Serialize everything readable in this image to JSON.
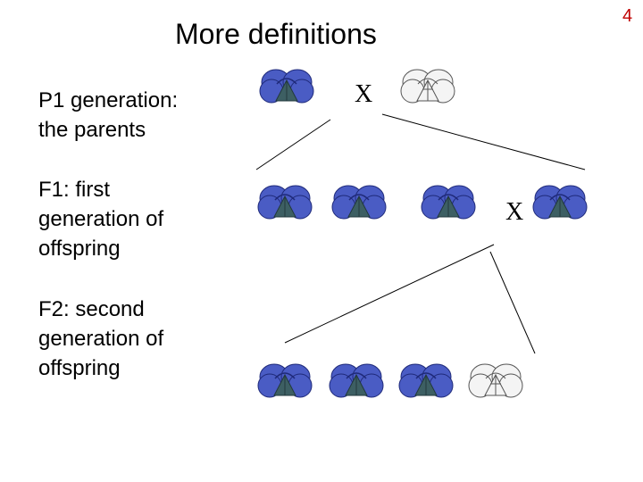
{
  "slide": {
    "title": "More definitions",
    "number": "4"
  },
  "definitions": {
    "p1": "P1 generation:\nthe parents",
    "f1": "F1:  first\ngeneration of\noffspring",
    "f2": "F2:  second\ngeneration of\noffspring"
  },
  "diagram": {
    "cross_symbol": "X",
    "colors": {
      "purple_petal": "#4a5cc4",
      "purple_petal_dark": "#1f2a7a",
      "flower_center": "#3d5f63",
      "white_petal": "#f4f4f4",
      "white_outline": "#555555",
      "line": "#000000"
    },
    "p1_generation": [
      "purple",
      "white"
    ],
    "f1_generation": [
      "purple",
      "purple",
      "purple",
      "purple"
    ],
    "f2_generation": [
      "purple",
      "purple",
      "purple",
      "white"
    ]
  }
}
